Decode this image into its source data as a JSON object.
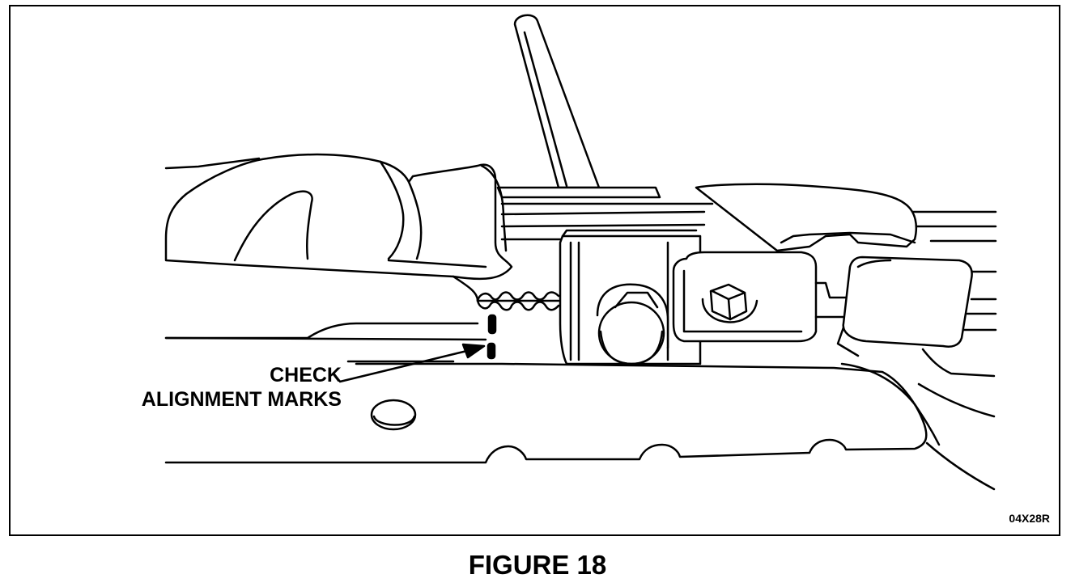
{
  "illustration": {
    "callout_label_line1": "CHECK",
    "callout_label_line2": "ALIGNMENT MARKS",
    "reference_code": "04X28R"
  },
  "caption": "FIGURE 18",
  "colors": {
    "line": "#000000",
    "background": "#ffffff"
  }
}
